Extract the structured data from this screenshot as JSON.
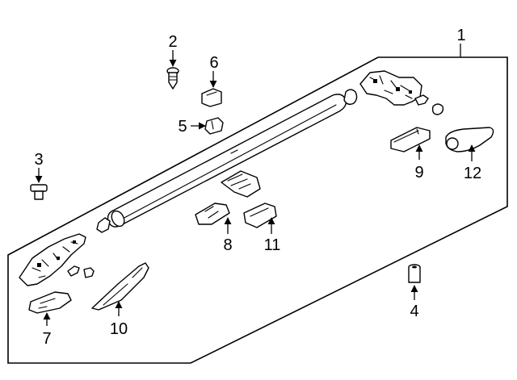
{
  "diagram": {
    "callouts": [
      "1",
      "2",
      "3",
      "4",
      "5",
      "6",
      "7",
      "8",
      "9",
      "10",
      "11",
      "12"
    ],
    "colors": {
      "line": "#000000",
      "background": "#ffffff"
    }
  }
}
